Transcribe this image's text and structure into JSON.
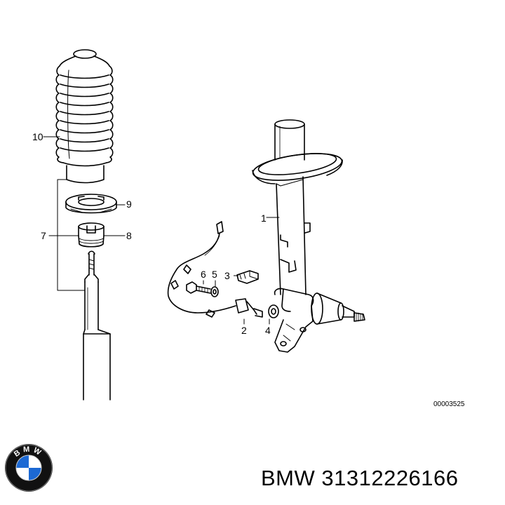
{
  "callouts": {
    "c1": "1",
    "c2": "2",
    "c3": "3",
    "c4": "4",
    "c5": "5",
    "c6": "6",
    "c7": "7",
    "c8": "8",
    "c9": "9",
    "c10": "10"
  },
  "drawing_id": "00003525",
  "brand": "BMW",
  "part_number_line": "BMW 31312226166",
  "logo_letters": "BMW",
  "colors": {
    "line": "#000000",
    "logo_blue": "#1c69d4",
    "logo_ring": "#111111"
  }
}
